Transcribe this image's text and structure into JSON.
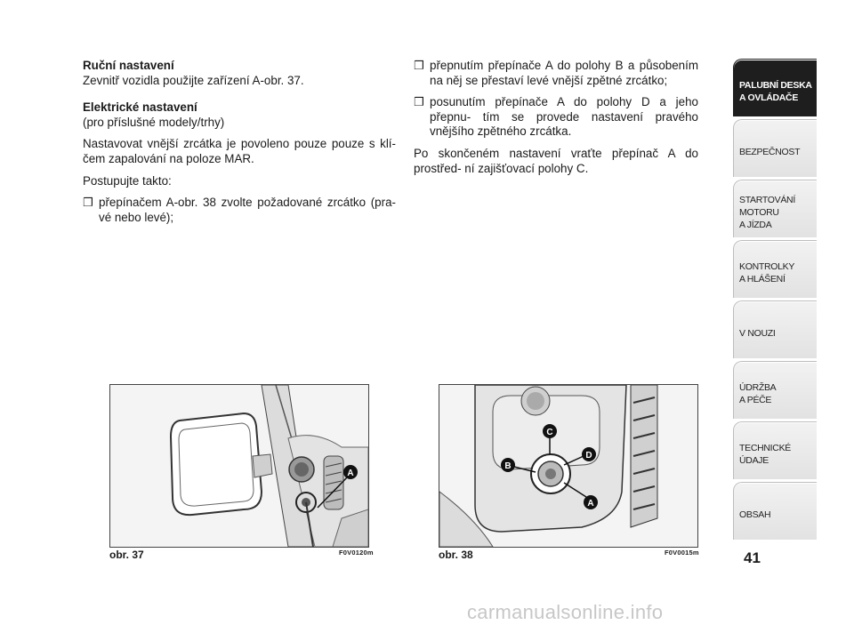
{
  "left_column": {
    "manual_heading": "Ruční nastavení",
    "manual_text": "Zevnitř vozidla použijte zařízení A-obr. 37.",
    "electric_heading": "Elektrické nastavení",
    "electric_sub": "(pro příslušné modely/trhy)",
    "electric_text": "Nastavovat vnější zrcátka je povoleno pouze pouze s klí- čem zapalování na poloze MAR.",
    "proceed": "Postupujte takto:",
    "bullet1": "přepínačem A-obr. 38 zvolte požadované zrcátko (pra- vé nebo levé);"
  },
  "right_column": {
    "bullet2": "přepnutím přepínače A do polohy B a působením na něj se přestaví levé vnější zpětné zrcátko;",
    "bullet3": "posunutím přepínače A do polohy D a jeho přepnu- tím se provede nastavení pravého vnějšího zpětného zrcátka.",
    "closing": "Po skončeném nastavení vraťte přepínač  A do prostřed- ní zajišťovací polohy C."
  },
  "bullet_icon": "checkbox-square-icon",
  "bullet_glyph": "❒",
  "tabs": [
    {
      "label": "PALUBNÍ DESKA\nA OVLÁDAČE",
      "active": true
    },
    {
      "label": "BEZPEČNOST",
      "active": false
    },
    {
      "label": "STARTOVÁNÍ\nMOTORU\nA JÍZDA",
      "active": false
    },
    {
      "label": "KONTROLKY\nA HLÁŠENÍ",
      "active": false
    },
    {
      "label": "V NOUZI",
      "active": false
    },
    {
      "label": "ÚDRŽBA\nA PÉČE",
      "active": false
    },
    {
      "label": "TECHNICKÉ\nÚDAJE",
      "active": false
    },
    {
      "label": "OBSAH",
      "active": false
    }
  ],
  "page_number": "41",
  "figures": {
    "left": {
      "caption": "obr. 37",
      "code": "F0V0120m",
      "callout_a": "A"
    },
    "right": {
      "caption": "obr. 38",
      "code": "F0V0015m",
      "callout_a": "A",
      "callout_b": "B",
      "callout_c": "C",
      "callout_d": "D"
    }
  },
  "watermark": "carmanualsonline.info",
  "colors": {
    "active_tab": "#1e1e1e",
    "tab": "#e8e8e8",
    "text": "#1a1a1a"
  }
}
